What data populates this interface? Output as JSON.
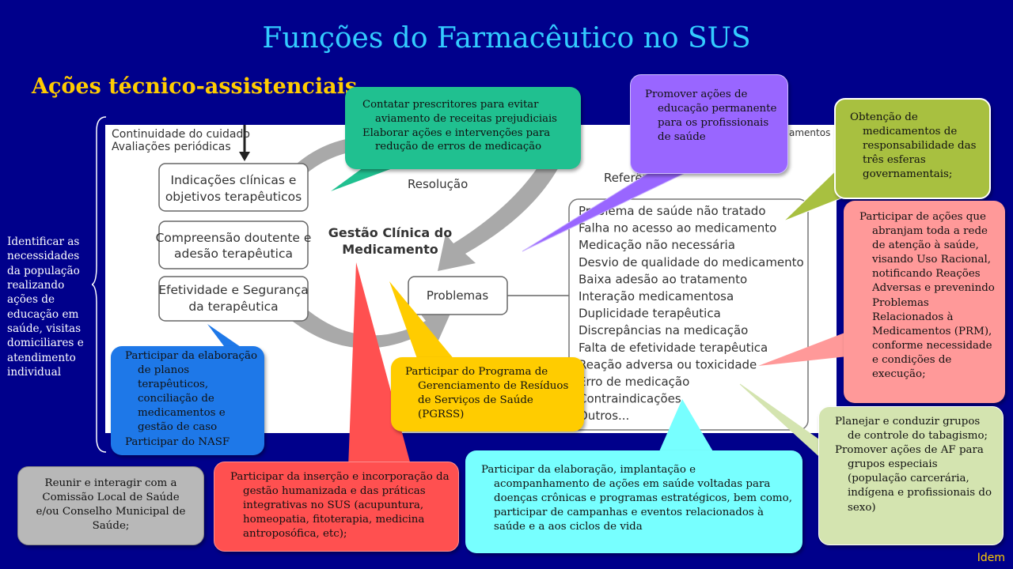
{
  "title": "Funções do Farmacêutico no SUS",
  "subtitle": "Ações técnico-assistenciais",
  "diagram": {
    "continuidade": [
      "Continuidade do cuidado",
      "Avaliações periódicas"
    ],
    "boxes": [
      [
        "Indicações clínicas e",
        "objetivos terapêuticos"
      ],
      [
        "Compreensão doutente e",
        "adesão terapêutica"
      ],
      [
        "Efetividade e Segurança",
        "da terapêutica"
      ]
    ],
    "center": [
      "Gestão Clínica do",
      "Medicamento"
    ],
    "resolucao": "Resolução",
    "referencia": "Referên",
    "encaminhamentos": "amentos",
    "problemas": "Problemas",
    "problem_list": [
      "Problema de saúde não tratado",
      "Falha no acesso ao medicamento",
      "Medicação não necessária",
      "Desvio de qualidade do medicamento",
      "Baixa adesão ao tratamento",
      "Interação medicamentosa",
      "Duplicidade terapêutica",
      "Discrepâncias na medicação",
      "Falta de efetividade terapêutica",
      "Reação adversa ou toxicidade",
      "Erro de medicação",
      "Contraindicações",
      "Outros..."
    ]
  },
  "left_text": "Identificar as necessidades da população realizando ações de educação em saúde, visitas domiciliares e atendimento individual",
  "bubbles": {
    "prescritores": [
      "Contatar prescritores para evitar aviamento de receitas prejudiciais",
      "Elaborar ações e intervenções para redução de erros de medicação"
    ],
    "educacao": [
      "Promover ações de educação permanente para os profissionais de saúde"
    ],
    "obtencao": [
      "Obtenção de medicamentos de responsabilidade das três esferas governamentais;"
    ],
    "participar_acoes": [
      "Participar de ações que abranjam toda a rede de atenção à saúde, visando Uso Racional, notificando Reações Adversas e prevenindo Problemas Relacionados à Medicamentos (PRM), conforme necessidade e condições de execução;"
    ],
    "planos": [
      "Participar da elaboração de planos terapêuticos, conciliação de medicamentos e gestão de caso",
      "Participar do NASF"
    ],
    "pgrss": [
      "Participar do Programa de Gerenciamento de Resíduos de Serviços de Saúde (PGRSS)"
    ],
    "comissao": [
      "Reunir e interagir com a Comissão Local de Saúde e/ou Conselho Municipal de Saúde;"
    ],
    "praticas": [
      "Participar da inserção e incorporação da gestão humanizada e das práticas integrativas no SUS (acupuntura, homeopatia, fitoterapia, medicina antroposófica, etc);"
    ],
    "cronicas": [
      "Participar da elaboração, implantação e acompanhamento de ações em saúde voltadas para doenças crônicas e programas estratégicos, bem como, participar de campanhas e eventos relacionados à saúde e a aos ciclos de vida"
    ],
    "tabagismo": [
      "Planejar e conduzir grupos de controle do tabagismo;",
      "Promover ações de AF para grupos especiais (população carcerária, indígena e profissionais do sexo)"
    ]
  },
  "colors": {
    "background": "#00008b",
    "title": "#33ccff",
    "subtitle": "#ffcc00",
    "teal": "#20c090",
    "purple": "#9966ff",
    "olive": "#a8c040",
    "pink": "#ff9999",
    "blue": "#1e78e8",
    "yellow": "#ffcc00",
    "gray": "#b8b8b8",
    "red": "#ff5050",
    "cyan": "#77ffff",
    "lightgreen": "#d4e4b0"
  },
  "footer": "Idem"
}
